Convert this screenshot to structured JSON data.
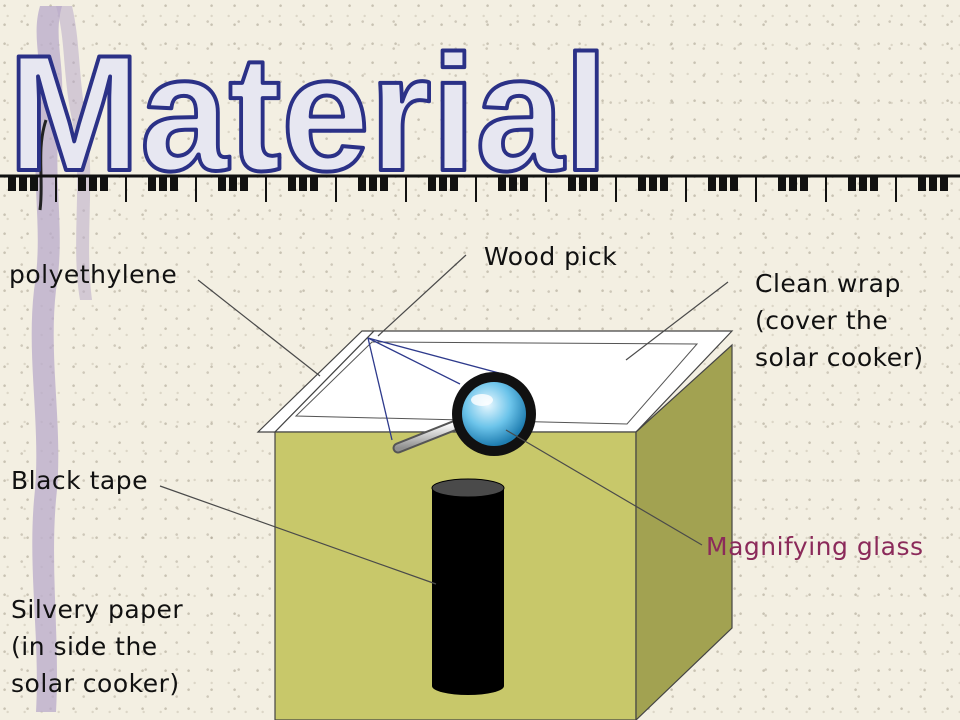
{
  "title": "Material",
  "colors": {
    "title_fill": "#e7e7f1",
    "title_outline": "#2b3187",
    "box_front": "#c8c86a",
    "box_side": "#a2a251",
    "tube": "#000000",
    "lens": "#3fa9d9",
    "leader_lines": "#4a4a4a",
    "magnifier_label": "#8b2a5a",
    "ribbon": "#b8a9c9"
  },
  "labels": {
    "polyethylene": "polyethylene",
    "wood_pick": "Wood pick",
    "clean_wrap": "Clean wrap\n(cover the\nsolar cooker)",
    "black_tape": "Black tape",
    "magnifying_glass": "Magnifying glass",
    "silvery_paper": "Silvery paper\n(in side the\nsolar cooker)"
  },
  "icons": {
    "magnifier": "magnifying-glass-icon",
    "keyboard_strip": "piano-keys-strip"
  }
}
